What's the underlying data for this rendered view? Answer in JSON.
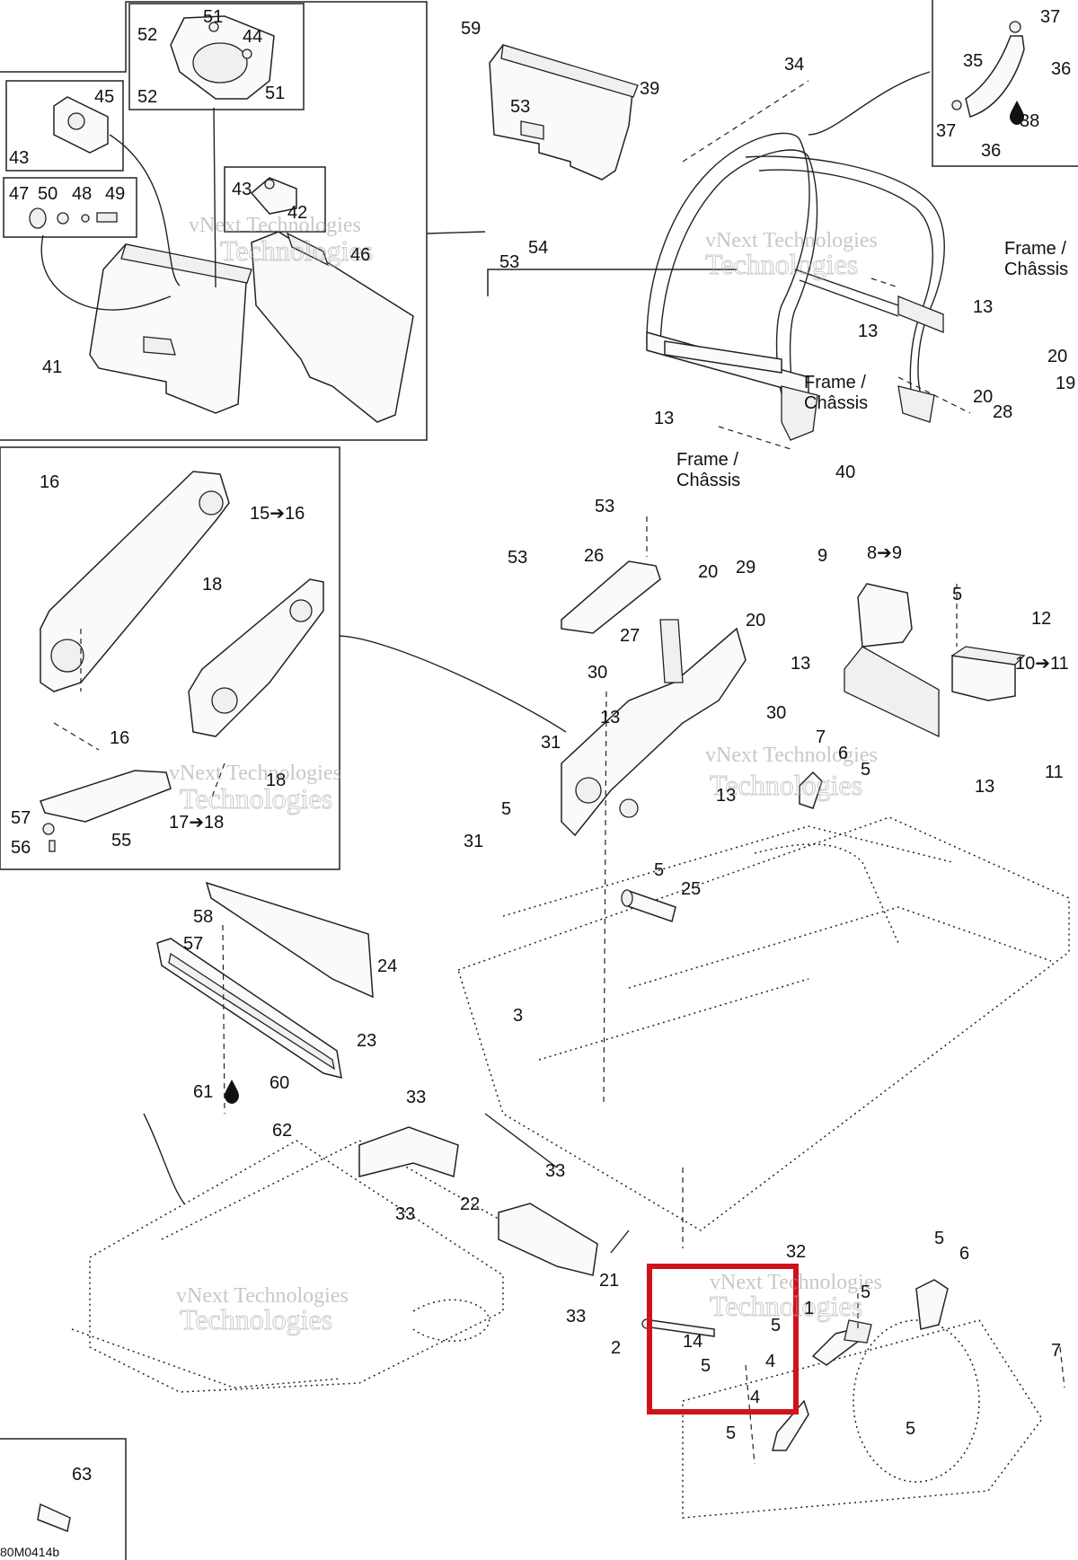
{
  "labels": {
    "frame_chassis": [
      "Frame /",
      "Châssis"
    ],
    "watermark_line1": "vNext Technologies",
    "watermark_line2": "Technologies",
    "diagram_code": "80M0414b"
  },
  "callouts": {
    "c59": "59",
    "c39": "39",
    "c53a": "53",
    "c34": "34",
    "c37a": "37",
    "c35": "35",
    "c36a": "36",
    "c37b": "37",
    "c38": "38",
    "c36b": "36",
    "c51a": "51",
    "c52a": "52",
    "c44": "44",
    "c52b": "52",
    "c51b": "51",
    "c45": "45",
    "c43a": "43",
    "c47": "47",
    "c50": "50",
    "c48": "48",
    "c49": "49",
    "c43b": "43",
    "c42": "42",
    "c46": "46",
    "c41": "41",
    "c54": "54",
    "c53b": "53",
    "c13a": "13",
    "c13b": "13",
    "c20a": "20",
    "c19": "19",
    "c20b": "20",
    "c28": "28",
    "c13c": "13",
    "c40": "40",
    "c16a": "16",
    "c15": "15➔16",
    "c18a": "18",
    "c16b": "16",
    "c18b": "18",
    "c57a": "57",
    "c56": "56",
    "c55": "55",
    "c17": "17➔18",
    "c53c": "53",
    "c53d": "53",
    "c26": "26",
    "c20c": "20",
    "c29": "29",
    "c20d": "20",
    "c27": "27",
    "c30a": "30",
    "c13d": "13",
    "c30b": "30",
    "c31a": "31",
    "c7a": "7",
    "c6a": "6",
    "c5a": "5",
    "c13e": "13",
    "c5b": "5",
    "c31b": "31",
    "c5c": "5",
    "c9": "9",
    "c8": "8➔9",
    "c5d": "5",
    "c12": "12",
    "c13f": "13",
    "c10": "10➔11",
    "c11": "11",
    "c13g": "13",
    "c25": "25",
    "c58": "58",
    "c57b": "57",
    "c24": "24",
    "c23": "23",
    "c3": "3",
    "c61": "61",
    "c60": "60",
    "c62": "62",
    "c33a": "33",
    "c22": "22",
    "c33b": "33",
    "c33c": "33",
    "c21": "21",
    "c33d": "33",
    "c32": "32",
    "c5e": "5",
    "c6b": "6",
    "c1": "1",
    "c5f": "5",
    "c5g": "5",
    "c2": "2",
    "c14": "14",
    "c5h": "5",
    "c4a": "4",
    "c4b": "4",
    "c7b": "7",
    "c5i": "5",
    "c5j": "5",
    "c63": "63"
  },
  "colors": {
    "highlight_box": "#d0121b",
    "line": "#222222",
    "watermark": "#9a9a9a"
  },
  "icons": [
    "oil-drop-icon"
  ]
}
